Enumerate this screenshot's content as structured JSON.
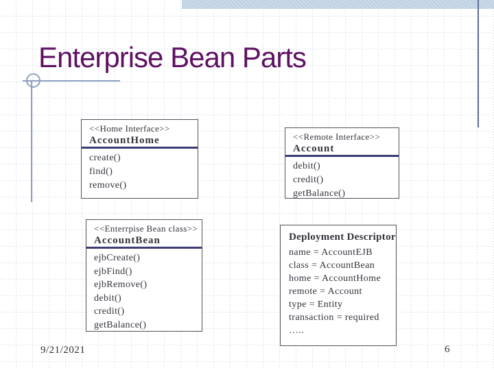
{
  "slide": {
    "title": "Enterprise Bean Parts",
    "footer": {
      "date": "9/21/2021",
      "page_number": "6"
    }
  },
  "boxes": {
    "home_interface": {
      "stereotype": "<<Home Interface>>",
      "name": "AccountHome",
      "members": [
        "create()",
        "find()",
        "remove()"
      ]
    },
    "remote_interface": {
      "stereotype": "<<Remote Interface>>",
      "name": "Account",
      "members": [
        "debit()",
        "credit()",
        "getBalance()"
      ]
    },
    "bean_class": {
      "stereotype": "<<Enterrpise Bean class>>",
      "name": "AccountBean",
      "members": [
        "ejbCreate()",
        "ejbFind()",
        "ejbRemove()",
        "debit()",
        "credit()",
        "getBalance()"
      ]
    },
    "deployment_descriptor": {
      "title": "Deployment Descriptor",
      "entries": [
        "name = AccountEJB",
        "class = AccountBean",
        "home = AccountHome",
        "remote = Account",
        "type = Entity",
        "transaction = required",
        "….."
      ]
    }
  },
  "colors": {
    "title_text": "#5f1163",
    "box_text": "#32323c",
    "box_border": "#50505a",
    "name_divider": "#3c3c72",
    "grid_line": "#ccd3e0",
    "accent_band": "#cfdbe9",
    "ornament_line": "#8fa0bf",
    "right_line": "#5d6f99"
  }
}
